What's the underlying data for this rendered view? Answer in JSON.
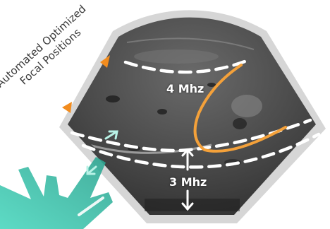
{
  "caption": {
    "line1": "Automated Optimized",
    "line2": "Focal Positions"
  },
  "labels": {
    "upper_frequency": "4 Mhz",
    "lower_frequency": "3 Mhz"
  },
  "colors": {
    "frame": "#d9d9d9",
    "tissue": "#555555",
    "focal_arrow": "#f28c1e",
    "highlight_outline": "#f4a13a",
    "teal_hand": "#3fc7b0",
    "dashed_zone": "#ffffff"
  },
  "icons": {
    "focal_arrows": "orange-triangle-icon",
    "depth_arrows": "double-arrow-icon",
    "hand": "hand-gesture-icon"
  }
}
